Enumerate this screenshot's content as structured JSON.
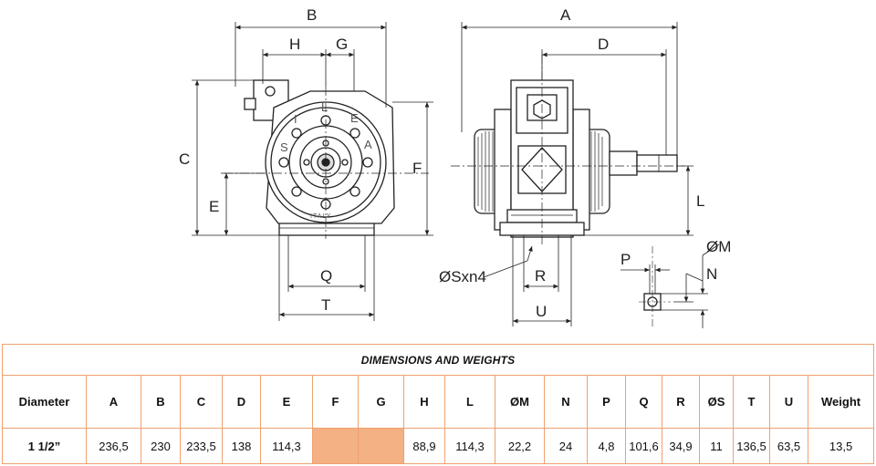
{
  "drawing": {
    "dimension_labels": {
      "A": "A",
      "B": "B",
      "C": "C",
      "D": "D",
      "E": "E",
      "F": "F",
      "G": "G",
      "H": "H",
      "L": "L",
      "M": "ØM",
      "N": "N",
      "P": "P",
      "Q": "Q",
      "R": "R",
      "S": "ØSxn4",
      "T": "T",
      "U": "U"
    },
    "casting_letters": [
      "S",
      "I",
      "L",
      "E",
      "A"
    ],
    "casting_italy": "ITALY"
  },
  "table": {
    "title": "DIMENSIONS AND WEIGHTS",
    "headers": [
      "Diameter",
      "A",
      "B",
      "C",
      "D",
      "E",
      "F",
      "G",
      "H",
      "L",
      "ØM",
      "N",
      "P",
      "Q",
      "R",
      "ØS",
      "T",
      "U",
      "Weight"
    ],
    "rows": [
      [
        "1 1/2”",
        "236,5",
        "230",
        "233,5",
        "138",
        "114,3",
        "",
        "",
        "88,9",
        "114,3",
        "22,2",
        "24",
        "4,8",
        "101,6",
        "34,9",
        "11",
        "136,5",
        "63,5",
        "13,5"
      ]
    ],
    "empty_cell_color": "#f4b183",
    "border_color": "#f0a070"
  }
}
